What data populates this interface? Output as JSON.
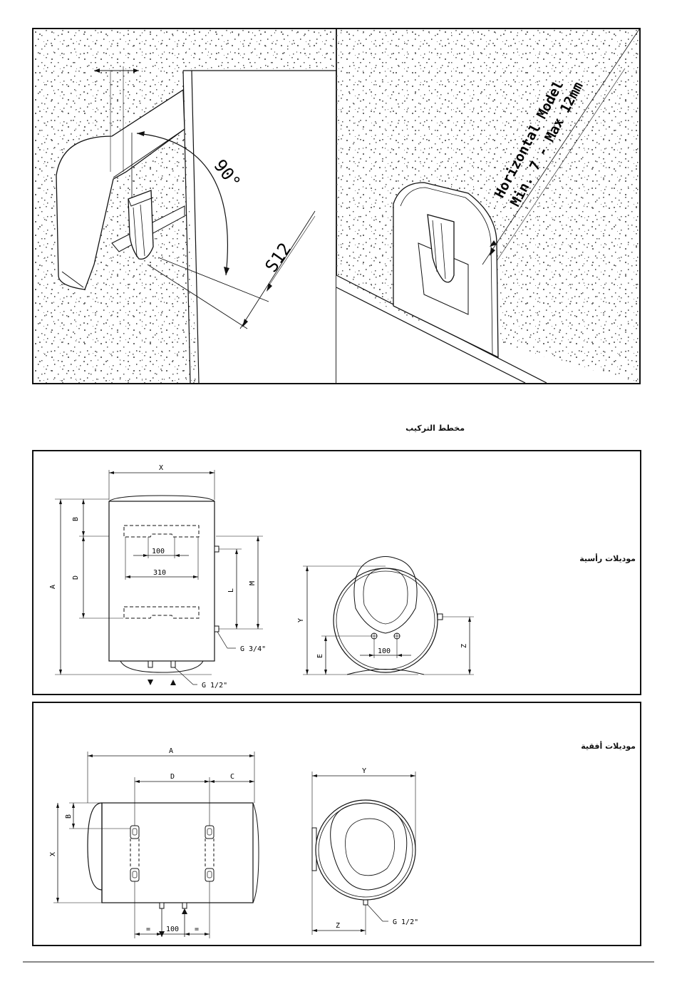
{
  "top_diagram": {
    "angle_label": "90°",
    "screw_label": "S12",
    "model_note_line1": "Horizontal Model",
    "model_note_line2": "Min. 7 - Max 12mm"
  },
  "section_title": "مخطط التركيب",
  "vertical": {
    "title": "موديلات رأسية",
    "labels": {
      "x": "X",
      "a": "A",
      "b": "B",
      "d": "D",
      "l": "L",
      "m": "M",
      "dim_100": "100",
      "dim_310": "310",
      "g34": "G 3/4\"",
      "g12": "G 1/2\"",
      "y": "Y",
      "e": "E",
      "z": "Z",
      "dim_100b": "100"
    }
  },
  "horizontal": {
    "title": "موديلات أفقية",
    "labels": {
      "a": "A",
      "d": "D",
      "c": "C",
      "b": "B",
      "x": "X",
      "eq1": "=",
      "dim_100": "100",
      "eq2": "=",
      "y": "Y",
      "z": "Z",
      "g12": "G 1/2\""
    }
  },
  "colors": {
    "line": "#111111",
    "speckle": "#6a6a6a",
    "frame": "#111111"
  }
}
